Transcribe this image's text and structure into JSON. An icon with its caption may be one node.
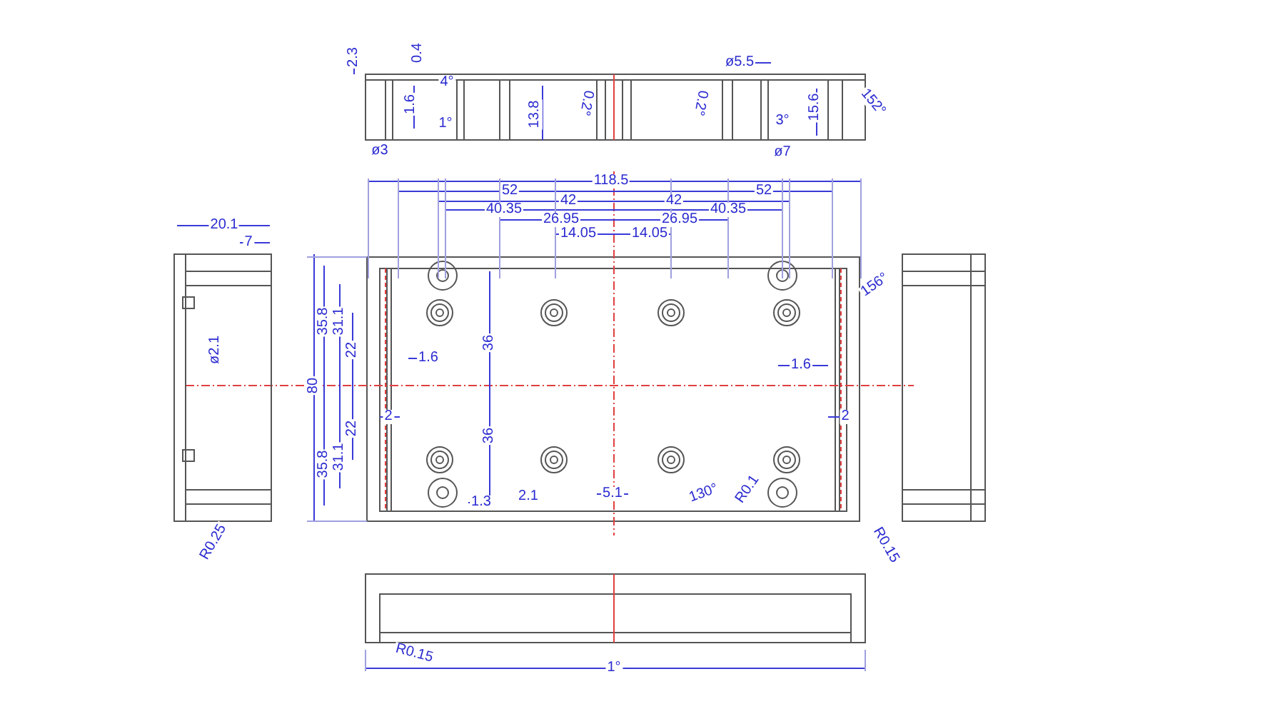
{
  "diagram": {
    "labels": [
      "2.3",
      "0.4",
      "4°",
      "ø5.5",
      "1.6",
      "13.8",
      "0.2°",
      "0.2°",
      "15.6",
      "152°",
      "1°",
      "3°",
      "ø3",
      "ø7",
      "118.5",
      "52",
      "52",
      "42",
      "42",
      "40.35",
      "40.35",
      "26.95",
      "26.95",
      "14.05",
      "14.05",
      "20.1",
      "7",
      "156°",
      "35.8",
      "31.1",
      "22",
      "36",
      "ø2.1",
      "1.6",
      "80",
      "1.6",
      "2",
      "2",
      "35.8",
      "31.1",
      "22",
      "36",
      "1.3",
      "2.1",
      "5.1",
      "130°",
      "R0.1",
      "R0.25",
      "R0.15",
      "R0.15",
      "1°"
    ]
  }
}
